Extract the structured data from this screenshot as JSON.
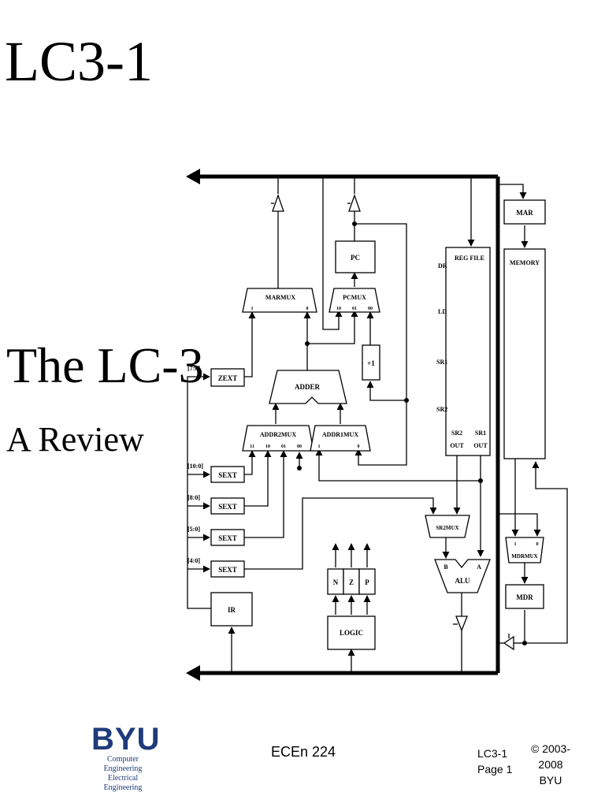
{
  "slide": {
    "title": "LC3-1",
    "heading": "The LC-3",
    "subheading": "A Review"
  },
  "diagram": {
    "blocks": {
      "mar": "MAR",
      "memory": "MEMORY",
      "pc": "PC",
      "marmux": "MARMUX",
      "pcmux": "PCMUX",
      "adder": "ADDER",
      "addr2mux": "ADDR2MUX",
      "addr1mux": "ADDR1MUX",
      "zext": "ZEXT",
      "sext1": "SEXT",
      "sext2": "SEXT",
      "sext3": "SEXT",
      "sext4": "SEXT",
      "ir": "IR",
      "logic": "LOGIC",
      "sr2mux": "SR2MUX",
      "alu": "ALU",
      "mdrmux": "MDRMUX",
      "mdr": "MDR",
      "incrementer": "+1"
    },
    "regfile": {
      "label": "REG FILE",
      "dr": "DR",
      "ld": "LD",
      "sr1": "SR1",
      "sr2": "SR2",
      "sr2out": "SR2",
      "sr2out_b": "OUT",
      "sr1out": "SR1",
      "sr1out_b": "OUT"
    },
    "flags": {
      "n": "N",
      "z": "Z",
      "p": "P"
    },
    "ir_fields": {
      "f1": "[7:0]",
      "f2": "[10:0]",
      "f3": "[8:0]",
      "f4": "[5:0]",
      "f5": "[4:0]"
    },
    "mux_inputs": {
      "marmux_1": "1",
      "marmux_0": "0",
      "pcmux_10": "10",
      "pcmux_01": "01",
      "pcmux_00": "00",
      "addr2mux_11": "11",
      "addr2mux_10": "10",
      "addr2mux_01": "01",
      "addr2mux_00": "00",
      "addr1mux_1": "1",
      "addr1mux_0": "0",
      "mdrmux_1": "1",
      "mdrmux_0": "0",
      "alu_b": "B",
      "alu_a": "A"
    }
  },
  "footer": {
    "logo_mark": "BYU",
    "logo_line1": "Computer Engineering",
    "logo_line2": "Electrical Engineering",
    "course": "ECEn 224",
    "page_label": "LC3-1",
    "page_number": "Page 1",
    "copyright_years": "© 2003-2008",
    "copyright_owner": "BYU"
  }
}
